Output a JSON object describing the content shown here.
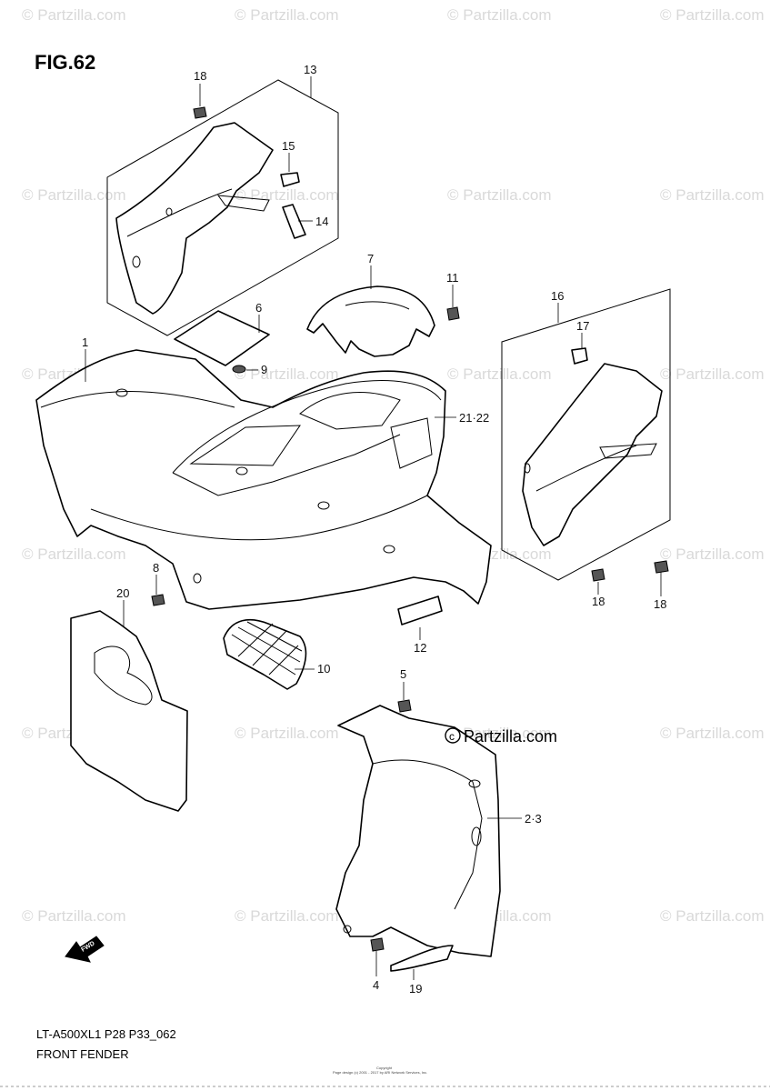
{
  "figure": {
    "title": "FIG.62"
  },
  "watermarks": {
    "text": "© Partzilla.com",
    "rows": 6,
    "cols": 4
  },
  "brand_mark": "© Partzilla.com",
  "fwd_label": "FWD",
  "callouts": [
    {
      "id": "c18a",
      "label": "18"
    },
    {
      "id": "c13",
      "label": "13"
    },
    {
      "id": "c15",
      "label": "15"
    },
    {
      "id": "c14",
      "label": "14"
    },
    {
      "id": "c7",
      "label": "7"
    },
    {
      "id": "c11",
      "label": "11"
    },
    {
      "id": "c16",
      "label": "16"
    },
    {
      "id": "c17",
      "label": "17"
    },
    {
      "id": "c6",
      "label": "6"
    },
    {
      "id": "c1",
      "label": "1"
    },
    {
      "id": "c9",
      "label": "9"
    },
    {
      "id": "c2122",
      "label": "21·22"
    },
    {
      "id": "c8",
      "label": "8"
    },
    {
      "id": "c20",
      "label": "20"
    },
    {
      "id": "c18b",
      "label": "18"
    },
    {
      "id": "c18c",
      "label": "18"
    },
    {
      "id": "c12",
      "label": "12"
    },
    {
      "id": "c10",
      "label": "10"
    },
    {
      "id": "c5",
      "label": "5"
    },
    {
      "id": "c23",
      "label": "2·3"
    },
    {
      "id": "c4",
      "label": "4"
    },
    {
      "id": "c19",
      "label": "19"
    }
  ],
  "footer": {
    "model": "LT-A500XL1 P28 P33_062",
    "section": "FRONT FENDER",
    "copyright_line1": "Copyright",
    "copyright_line2": "Page design (c) 2001 - 2017 by ARI Network Services, Inc."
  }
}
